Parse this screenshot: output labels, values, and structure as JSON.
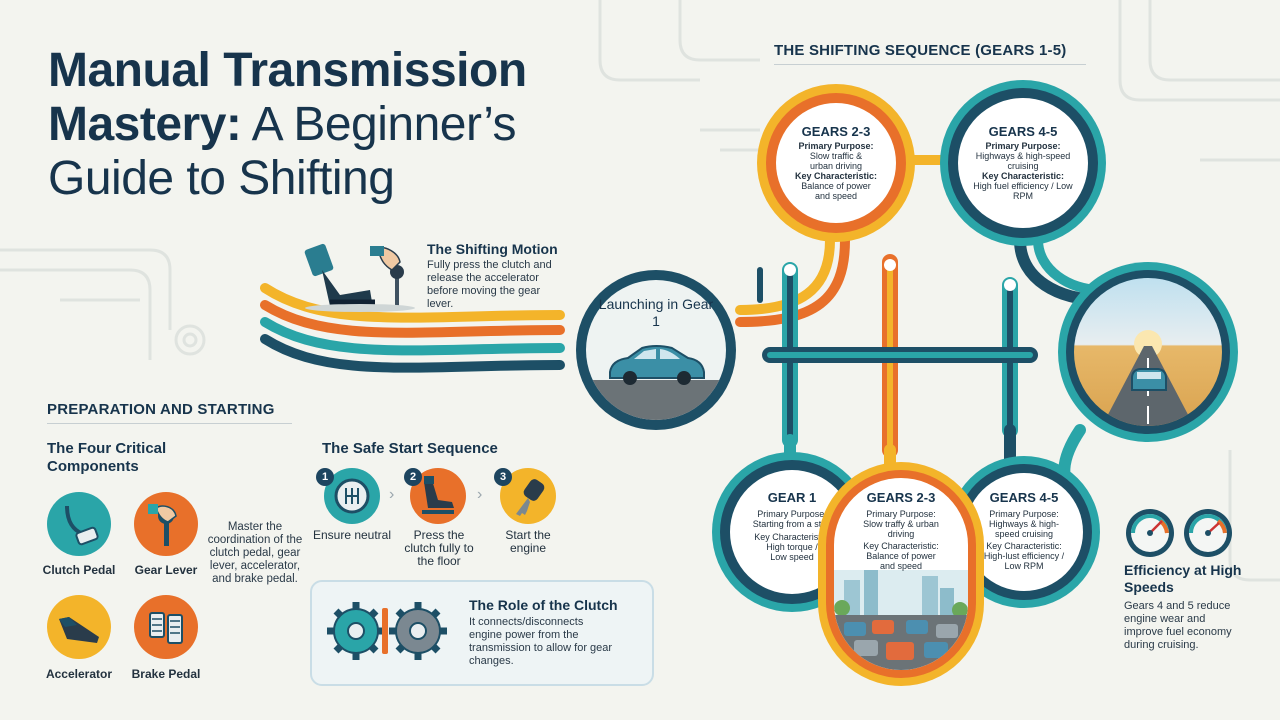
{
  "title": {
    "line1": "Manual Transmission",
    "line2_bold": "Mastery:",
    "line2_rest": " A Beginner’s",
    "line3": "Guide to Shifting"
  },
  "shifting_sequence": {
    "heading": "THE SHIFTING SEQUENCE (GEARS 1-5)"
  },
  "shifting_motion": {
    "title": "The Shifting Motion",
    "text": "Fully press the clutch and release the accelerator before moving the gear lever."
  },
  "launch": {
    "label": "Launching in Gear 1"
  },
  "preparation": {
    "heading": "PREPARATION AND STARTING",
    "components_title": "The Four Critical Components",
    "components": [
      {
        "label": "Clutch Pedal",
        "icon": "clutch-pedal-icon",
        "color": "#2aa5a8"
      },
      {
        "label": "Gear Lever",
        "icon": "gear-lever-icon",
        "color": "#e8702a"
      },
      {
        "label": "Accelerator",
        "icon": "accelerator-icon",
        "color": "#f3b42a"
      },
      {
        "label": "Brake Pedal",
        "icon": "brake-pedal-icon",
        "color": "#e8702a"
      }
    ],
    "components_text": "Master the coordination of the clutch pedal, gear lever, accelerator, and brake pedal."
  },
  "safe_start": {
    "title": "The Safe Start Sequence",
    "steps": [
      {
        "num": "1",
        "label": "Ensure neutral",
        "icon": "gear-shift-icon"
      },
      {
        "num": "2",
        "label": "Press the clutch fully to the floor",
        "icon": "foot-pedal-icon"
      },
      {
        "num": "3",
        "label": "Start the engine",
        "icon": "car-key-icon"
      }
    ]
  },
  "clutch_role": {
    "title": "The Role of the Clutch",
    "text": "It connects/disconnects engine power from the transmission to allow for gear changes."
  },
  "gear_cards": [
    {
      "id": "top-2-3",
      "title": "GEARS 2-3",
      "purpose_label": "Primary Purpose:",
      "purpose": "Slow traffic & urban driving",
      "char_label": "Key Characteristic:",
      "char": "Balance of power and speed"
    },
    {
      "id": "top-4-5",
      "title": "GEARS 4-5",
      "purpose_label": "Primary Purpose:",
      "purpose": "Highways & high-speed cruising",
      "char_label": "Key Characteristic:",
      "char": "High fuel efficiency / Low RPM"
    },
    {
      "id": "gear-1",
      "title": "GEAR 1",
      "purpose_label": "Primary Purpose:",
      "purpose": "Starting from a stop",
      "char_label": "Key Characteristic:",
      "char": "High torque / Low speed"
    },
    {
      "id": "bottom-2-3",
      "title": "GEARS 2-3",
      "purpose_label": "Primary Purpose:",
      "purpose": "Slow traffy & urban driving",
      "char_label": "Key Characteristic:",
      "char": "Balance of power and speed"
    },
    {
      "id": "bottom-4-5",
      "title": "GEARS 4-5",
      "purpose_label": "Primary Purpose:",
      "purpose": "Highways & high-speed cruising",
      "char_label": "Key Characteristic:",
      "char": "High-lust efficiency / Low RPM"
    }
  ],
  "efficiency": {
    "title": "Efficiency at High Speeds",
    "text": "Gears 4 and 5 reduce engine wear and improve fuel economy during cruising."
  },
  "colors": {
    "navy": "#17344c",
    "teal": "#2aa5a8",
    "orange": "#e8702a",
    "yellow": "#f3b42a",
    "dark_teal": "#1d4f66"
  }
}
